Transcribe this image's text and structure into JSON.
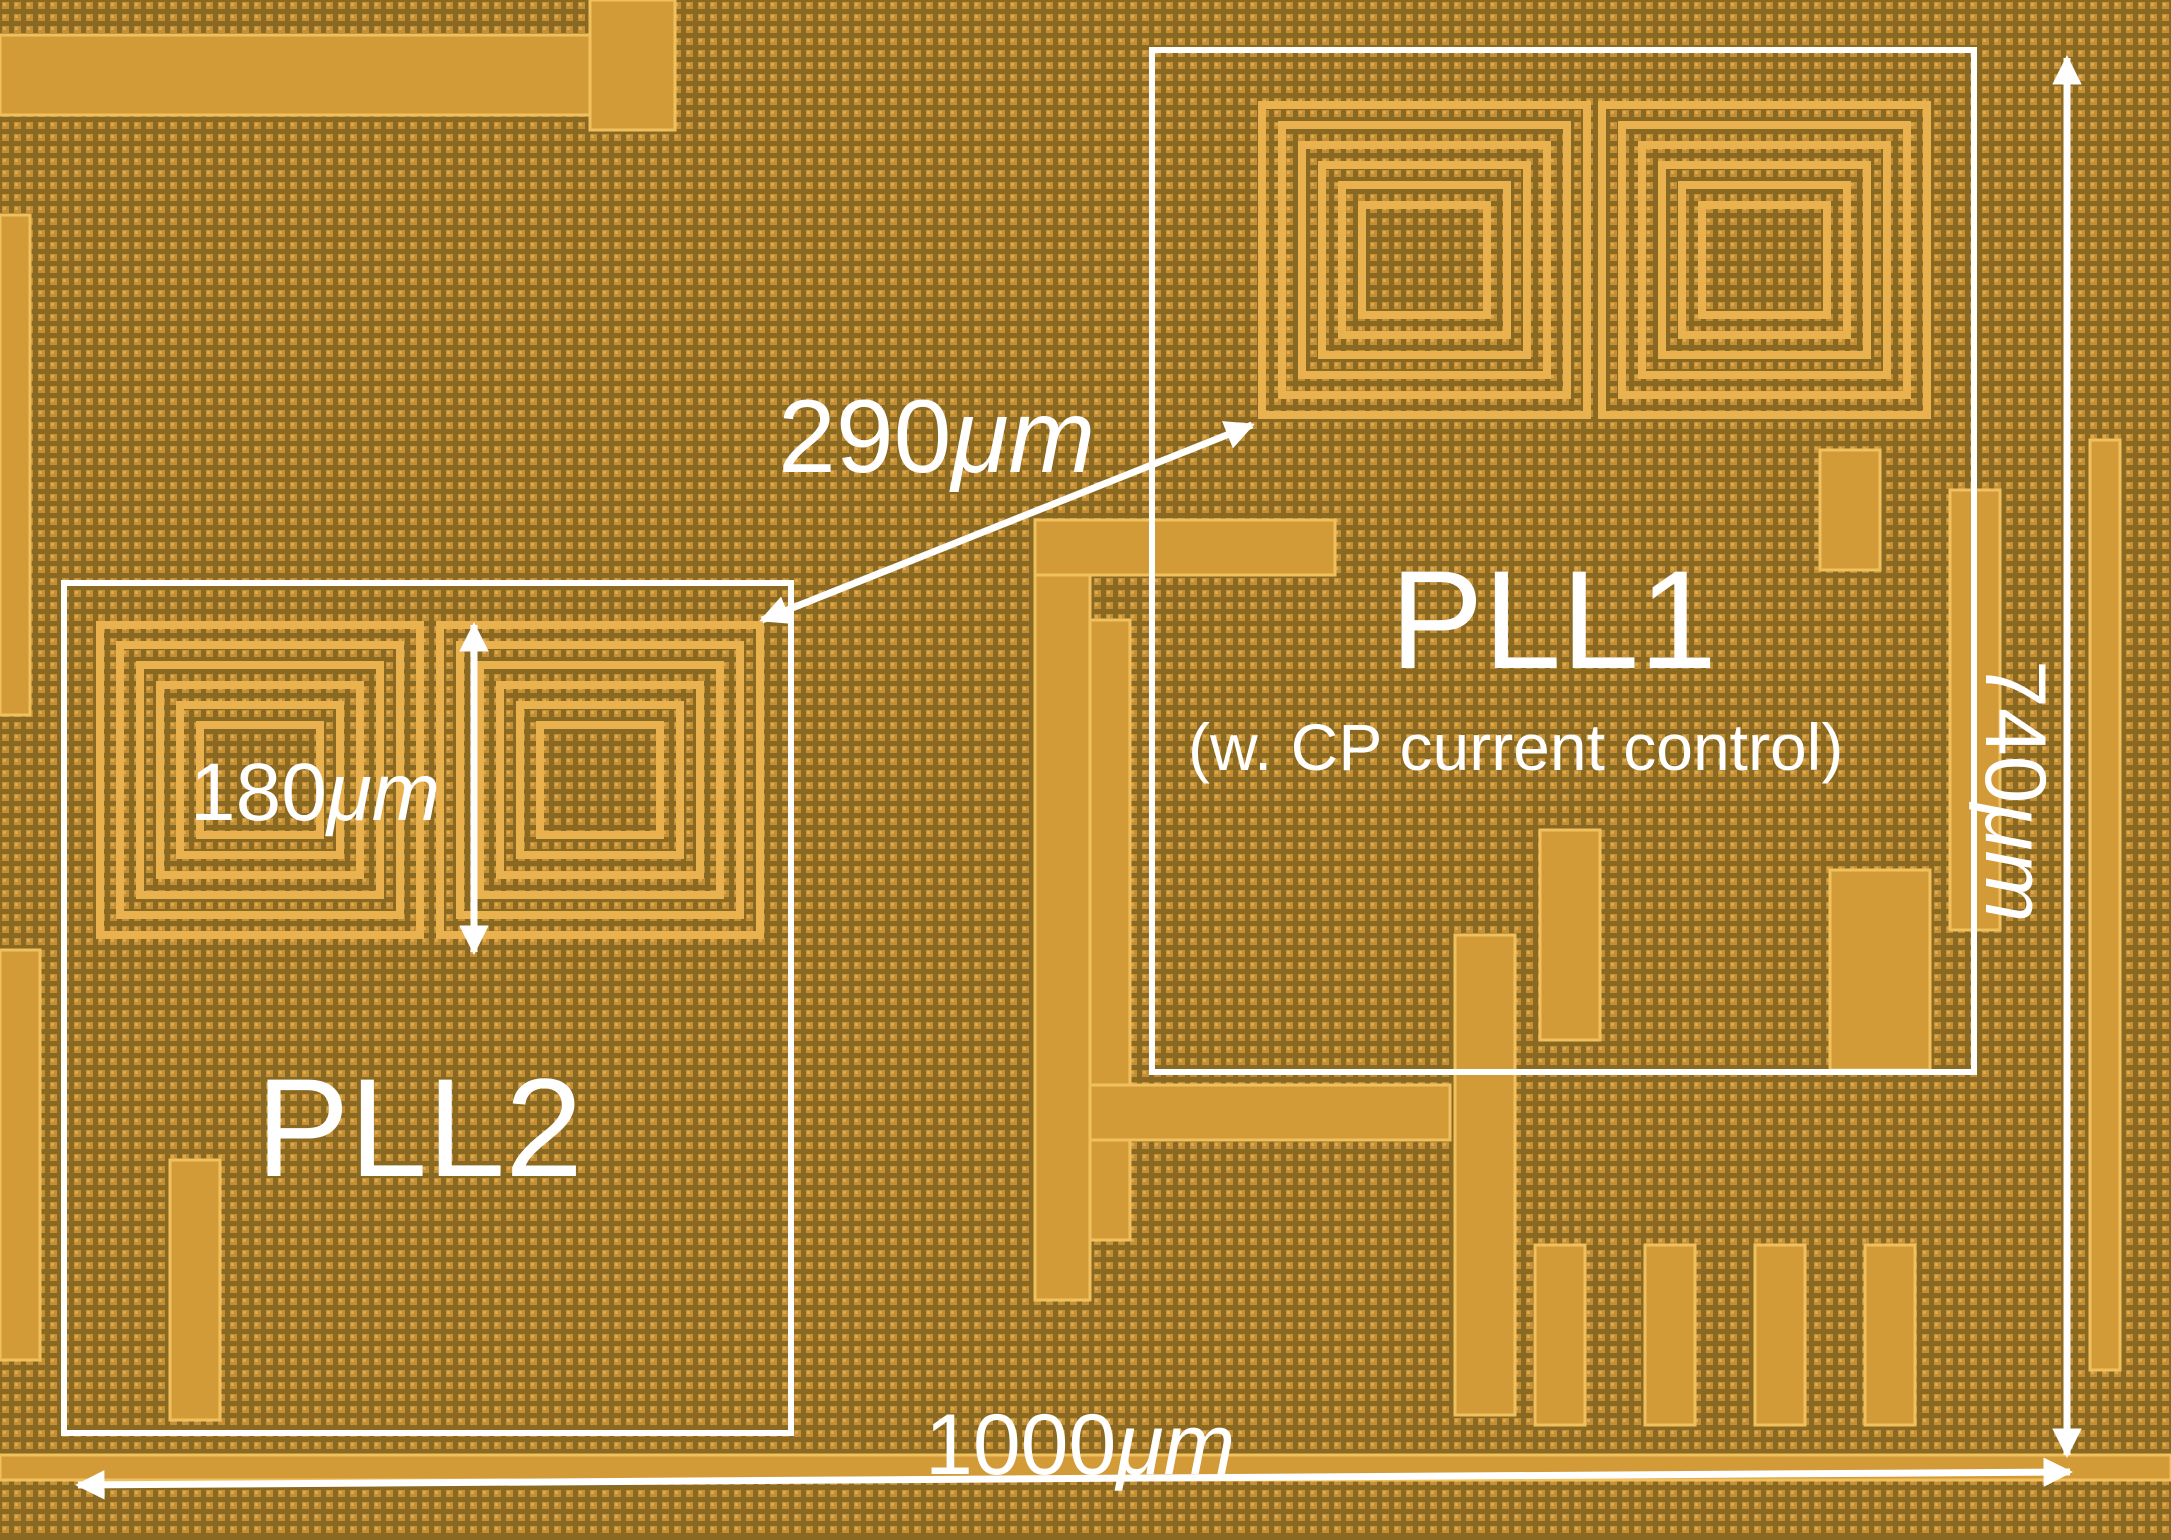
{
  "photo": {
    "subject": "chip-die-micrograph",
    "colors": {
      "substrate": "#8a6a22",
      "metal": "#d9a23c",
      "metal_highlight": "#f2c45a",
      "annotation": "#ffffff"
    },
    "icons": [
      "double-arrow-icon",
      "spiral-inductor-icon"
    ]
  },
  "labels": {
    "pll1_name": "PLL1",
    "pll1_note": "(w. CP current control)",
    "pll2_name": "PLL2"
  },
  "dimensions": {
    "pll_distance": {
      "value": "290",
      "unit": "μm"
    },
    "inductor_size": {
      "value": "180",
      "unit": "μm"
    },
    "die_width": {
      "value": "1000",
      "unit": "μm"
    },
    "die_height": {
      "value": "740",
      "unit": "μm"
    }
  }
}
